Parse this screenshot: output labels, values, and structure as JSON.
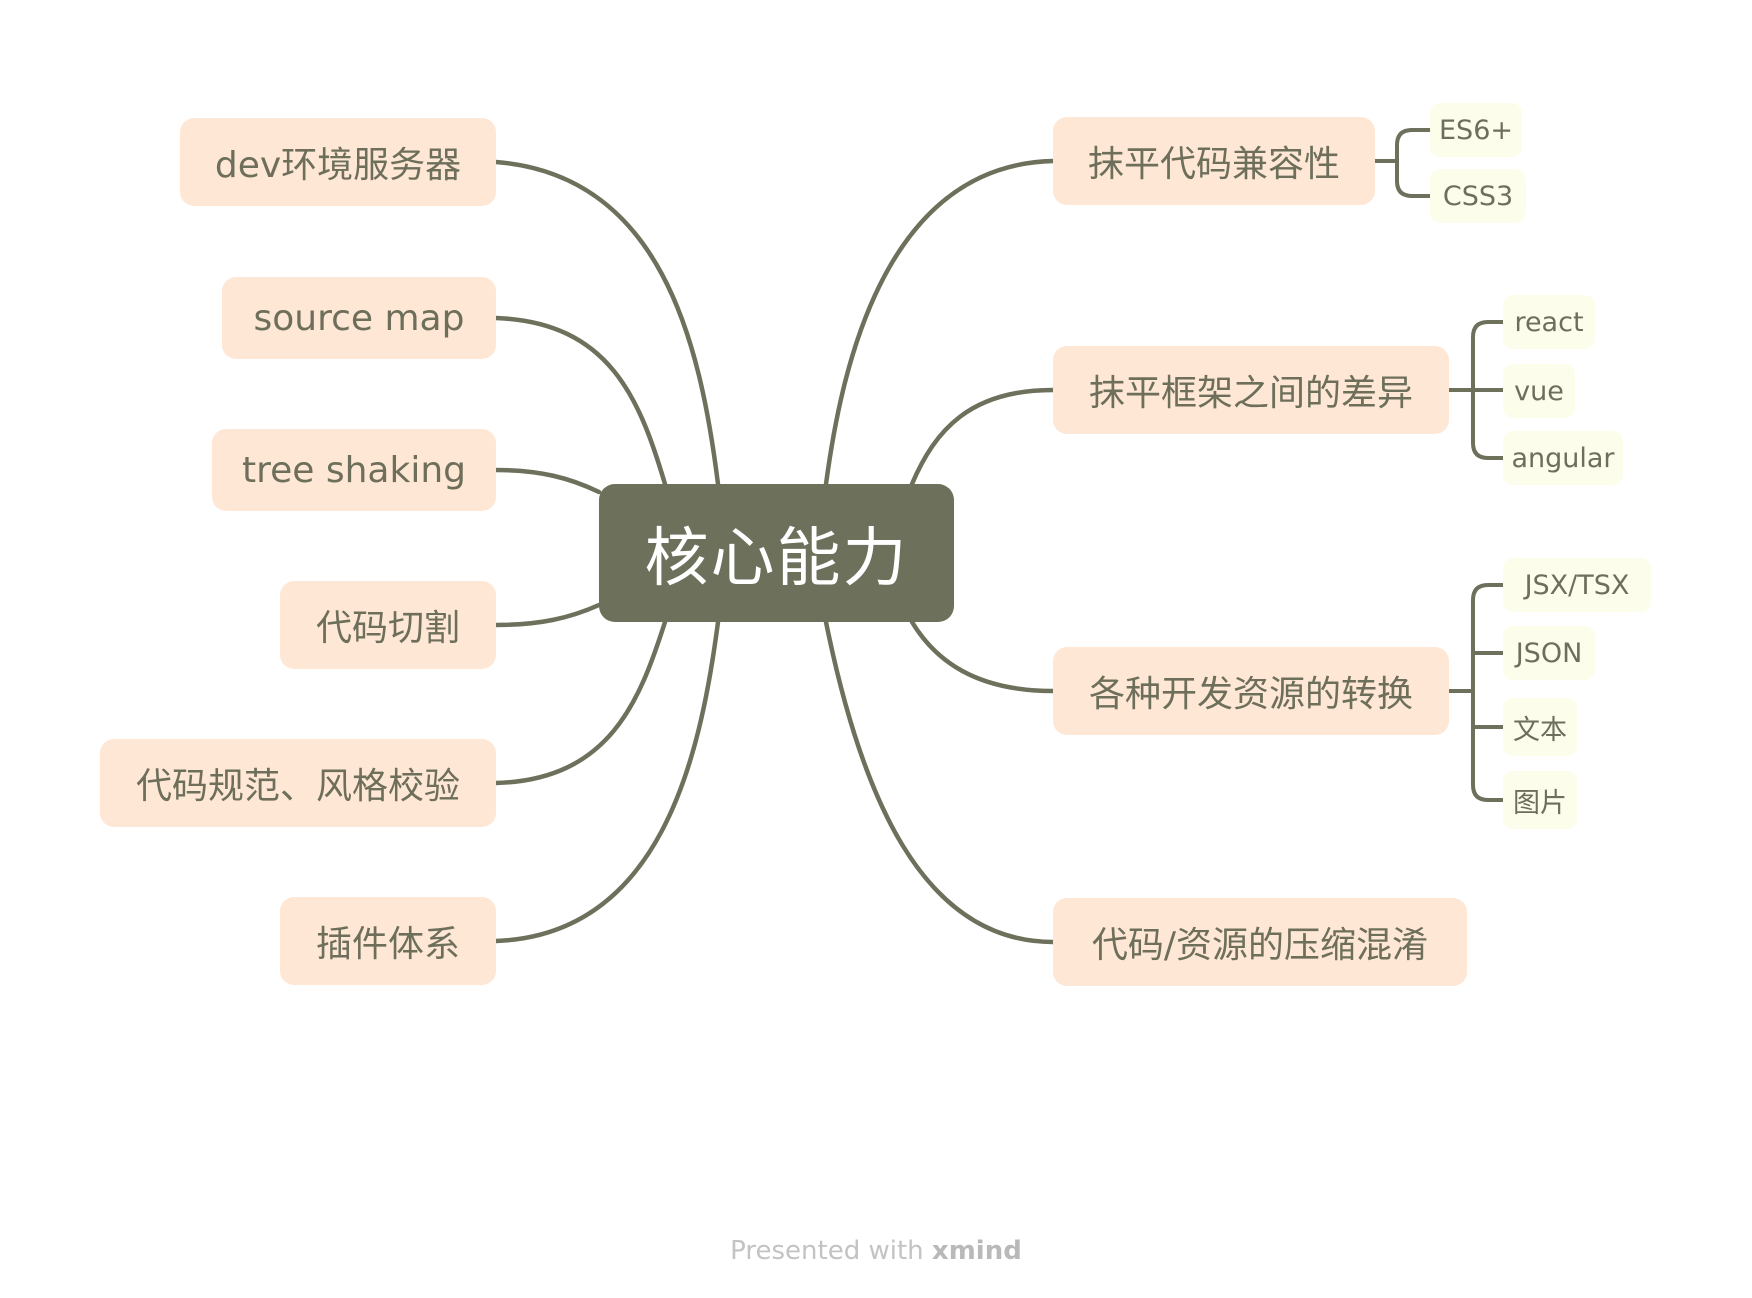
{
  "central": {
    "label": "核心能力"
  },
  "left_branches": [
    {
      "label": "dev环境服务器"
    },
    {
      "label": "source map"
    },
    {
      "label": "tree shaking"
    },
    {
      "label": "代码切割"
    },
    {
      "label": "代码规范、风格校验"
    },
    {
      "label": "插件体系"
    }
  ],
  "right_branches": [
    {
      "label": "抹平代码兼容性",
      "children": [
        "ES6+",
        "CSS3"
      ]
    },
    {
      "label": "抹平框架之间的差异",
      "children": [
        "react",
        "vue",
        "angular"
      ]
    },
    {
      "label": "各种开发资源的转换",
      "children": [
        "JSX/TSX",
        "JSON",
        "文本",
        "图片"
      ]
    },
    {
      "label": "代码/资源的压缩混淆",
      "children": []
    }
  ],
  "footer": {
    "prefix": "Presented with",
    "brand": "xmind"
  },
  "colors": {
    "background": "#ffffff",
    "central_fill": "#6d705b",
    "central_text": "#ffffff",
    "main_fill": "#ffe7d6",
    "sub_fill": "#fdfdeb",
    "text": "#6d6f5b",
    "connector": "#6d705b",
    "footer_text": "#c3c3c3"
  }
}
